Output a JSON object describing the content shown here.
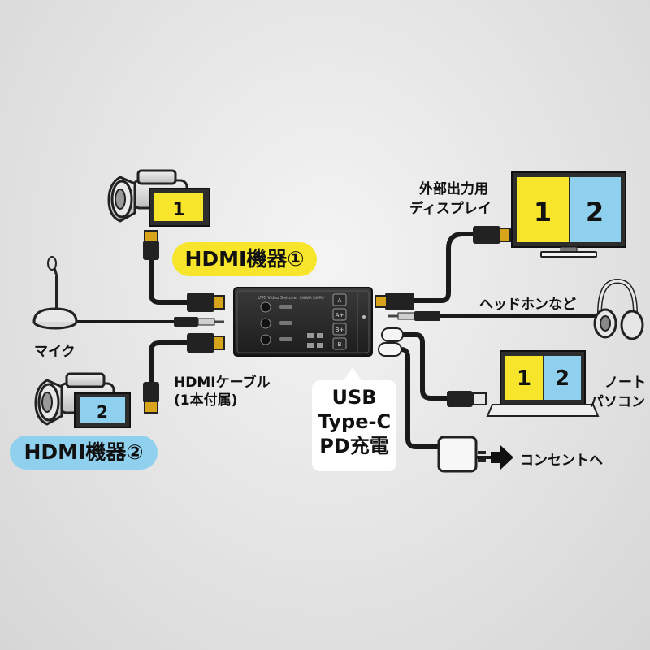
{
  "colors": {
    "yellow": "#f6e52a",
    "blue": "#8fd0ee",
    "cable": "#1a1a1a",
    "hdmi_tip": "#d8a419",
    "pill_yellow": "#f6e52a",
    "pill_blue": "#8fd0ee"
  },
  "icons": [
    "camcorder-icon",
    "microphone-icon",
    "headphones-icon",
    "monitor-icon",
    "laptop-icon",
    "power-adapter-icon",
    "arrow-right-icon"
  ],
  "devices": {
    "camera1_screen": "1",
    "camera2_screen": "2",
    "monitor_left": "1",
    "monitor_right": "2",
    "laptop_left": "1",
    "laptop_right": "2"
  },
  "labels": {
    "hdmi_device_1": "HDMI機器①",
    "hdmi_device_2": "HDMI機器②",
    "mic": "マイク",
    "hdmi_cable_line1": "HDMIケーブル",
    "hdmi_cable_line2": "(1本付属)",
    "external_display_line1": "外部出力用",
    "external_display_line2": "ディスプレイ",
    "headphones": "ヘッドホンなど",
    "laptop_line1": "ノート",
    "laptop_line2": "パソコン",
    "outlet": "コンセントへ",
    "usb_pd_line1": "USB",
    "usb_pd_line2": "Type-C",
    "usb_pd_line3": "PD充電"
  },
  "switcher": {
    "title": "UVC Video Switcher",
    "brand": "SANWA SUPPLY",
    "buttons": [
      "A",
      "A+",
      "B+",
      "B"
    ]
  }
}
